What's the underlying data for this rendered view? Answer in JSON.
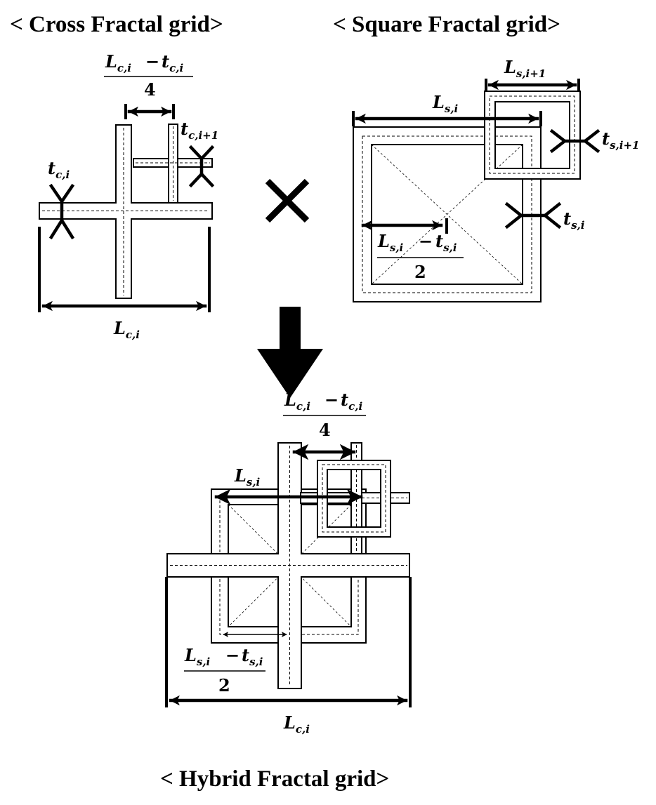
{
  "titles": {
    "cross": "< Cross Fractal grid>",
    "square": "< Square Fractal grid>",
    "hybrid": "< Hybrid Fractal grid>"
  },
  "labels": {
    "L": "L",
    "t": "t",
    "minus": "−",
    "sub_ci": "c,i",
    "sub_ci1": "c,i+1",
    "sub_si": "s,i",
    "sub_si1": "s,i+1",
    "den4": "4",
    "den2": "2"
  },
  "operators": {
    "times": "×"
  },
  "colors": {
    "ink": "#000000",
    "paper": "#ffffff"
  },
  "icons": {
    "combine": "multiply-cross-icon",
    "result": "down-arrow-icon"
  }
}
